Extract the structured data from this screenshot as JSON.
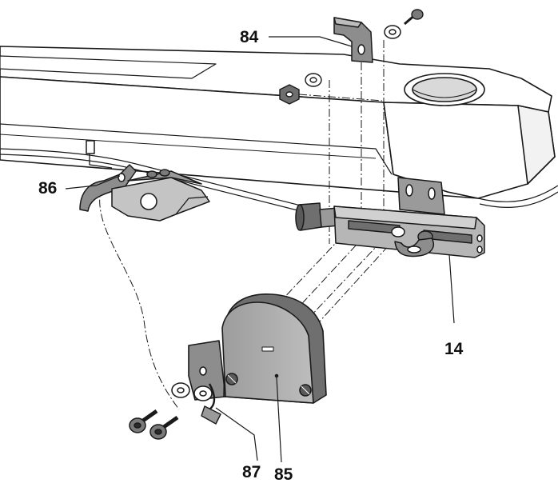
{
  "diagram": {
    "callouts": [
      {
        "id": "c84",
        "label": "84"
      },
      {
        "id": "c86",
        "label": "86"
      },
      {
        "id": "c14",
        "label": "14"
      },
      {
        "id": "c87",
        "label": "87"
      },
      {
        "id": "c85",
        "label": "85"
      }
    ],
    "colors": {
      "line": "#1a1a1a",
      "body_fill": "#ffffff",
      "part_dark": "#6f6f6f",
      "part_mid": "#9a9a9a",
      "part_light": "#c4c4c4",
      "cover_fill": "#a8a8a8"
    }
  }
}
